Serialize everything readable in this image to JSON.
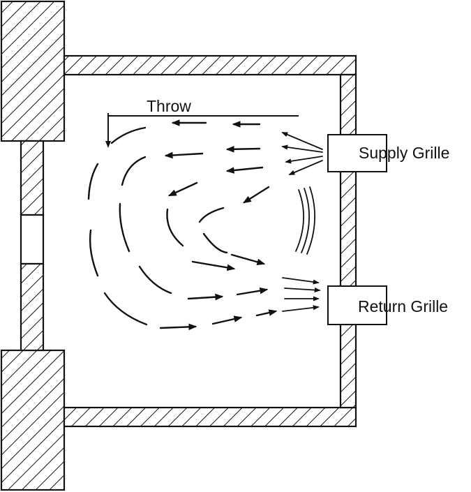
{
  "labels": {
    "throw": "Throw",
    "supply": "Supply Grille",
    "return": "Return Grille"
  },
  "colors": {
    "ink": "#111111",
    "background": "#ffffff"
  }
}
